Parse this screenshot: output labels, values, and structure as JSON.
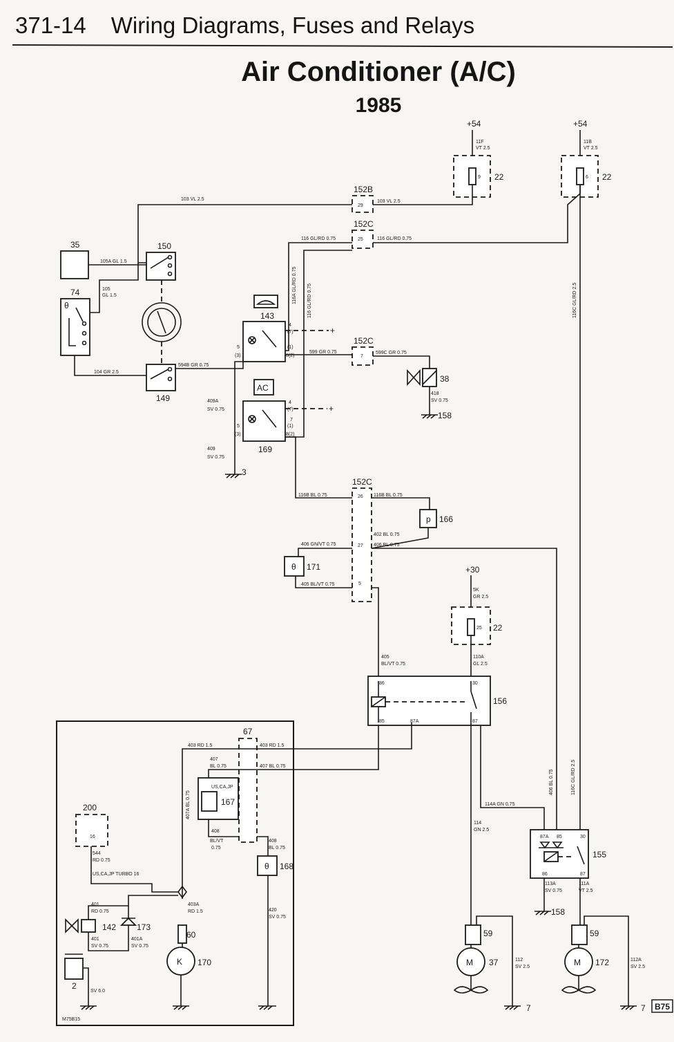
{
  "header": {
    "section": "371-14",
    "title": "Wiring Diagrams, Fuses and Relays"
  },
  "diagram_title": "Air Conditioner (A/C)",
  "year": "1985",
  "page_code": "B75",
  "terminals": {
    "t54a": "+54",
    "t54b": "+54",
    "t30": "+30"
  },
  "components": {
    "c22a": "22",
    "c22b": "22",
    "c22c": "22",
    "c152b": "152B",
    "c152c1": "152C",
    "c152c2": "152C",
    "c152c3": "152C",
    "c35": "35",
    "c150": "150",
    "c74": "74",
    "c143": "143",
    "c149": "149",
    "c169": "169",
    "c38": "38",
    "c158a": "158",
    "c158b": "158",
    "c3": "3",
    "c166": "166",
    "c171": "171",
    "c156": "156",
    "c67": "67",
    "c167": "167",
    "c200": "200",
    "c168": "168",
    "c142": "142",
    "c173": "173",
    "c60": "60",
    "c170": "170",
    "c2": "2",
    "c155": "155",
    "c59a": "59",
    "c59b": "59",
    "c37": "37",
    "c172": "172",
    "c7a": "7",
    "c7b": "7"
  },
  "symbols": {
    "ac": "AC",
    "motor_a": "M",
    "motor_b": "M",
    "clutch": "K",
    "theta": "θ",
    "p": "p"
  },
  "pins": {
    "p9": "9",
    "p6": "6",
    "p29": "29",
    "p25": "25",
    "p25b": "25",
    "p7": "7",
    "p26": "26",
    "p27": "27",
    "p5": "5",
    "p5a": "5",
    "p3a": "(3)",
    "p4a": "4",
    "p7a": "(7)",
    "p1a": "(1)",
    "p82a": "8(2)",
    "p5b": "5",
    "p3b": "(3)",
    "p4b": "4",
    "p7b": "(7)",
    "p7c": "7",
    "p1b": "(1)",
    "p82b": "8(2)",
    "p86": "86",
    "p85": "85",
    "p87a": "87A",
    "p87": "87",
    "p30": "30",
    "q87a": "87A",
    "q85": "85",
    "q30": "30",
    "q86": "86",
    "q87": "87",
    "p16": "16"
  },
  "wires": {
    "w11f": "11F",
    "w11f_c": "VT 2.5",
    "w11b": "11B",
    "w11b_c": "VT 2.5",
    "w103a": "103 VL 2.5",
    "w103b": "103 VL 2.5",
    "w116a": "116 GL/RD 0.75",
    "w116b": "116 GL/RD 0.75",
    "w105a": "105A GL 1.5",
    "w105": "105",
    "w105_c": "GL 1.5",
    "w116av": "116A GL/RD 0.75",
    "w116v": "116 GL/RD 0.75",
    "w116c": "116C GL/RD 2.5",
    "w104": "104 GR 2.5",
    "w594b": "594B GR 0.75",
    "w599": "599 GR 0.75",
    "w599c": "599C GR 0.75",
    "w418": "418",
    "w418_c": "SV 0.75",
    "w409a": "409A",
    "w409a_c": "SV 0.75",
    "w409": "409",
    "w409_c": "SV 0.75",
    "w116b2": "116B BL 0.75",
    "w116b3": "116B BL 0.75",
    "w402": "402 BL 0.75",
    "w406": "406 GN/VT 0.75",
    "w406b": "406 BL 0.75",
    "w405a": "405 BL/VT 0.75",
    "w5k": "5K",
    "w5k_c": "GR 2.5",
    "w405": "405",
    "w405_c": "BL/VT 0.75",
    "w110a": "110A",
    "w110a_c": "GL 2.5",
    "w403": "403 RD 1.5",
    "w403b": "403 RD 1.5",
    "w407": "407",
    "w407_c": "BL 0.75",
    "w407b": "407 BL 0.75",
    "w407a": "407A BL 0.75",
    "w408": "408",
    "w408_c": "BL/VT",
    "w408_d": "0.75",
    "w408b": "408",
    "w408b_c": "BL 0.75",
    "w420": "420",
    "w420_c": "SV 0.75",
    "w544": "544",
    "w544_c": "RD 0.75",
    "w_us": "US,CA,JP TURBO 16",
    "w_usb": "US,CA,JP",
    "w401": "401",
    "w401_c": "RD 0.75",
    "w401b": "401",
    "w401b_c": "SV 0.75",
    "w401a": "401A",
    "w401a_c": "SV 0.75",
    "w403a": "403A",
    "w403a_c": "RD 1.5",
    "wsv": "SV 6.0",
    "w114a": "114A GN 0.75",
    "w114": "114",
    "w114_c": "GN 2.5",
    "w406c": "406 BL 0.75",
    "w116c2": "116C GL/RD 2.5",
    "w113a": "113A",
    "w113a_c": "SV 0.75",
    "w111a": "111A",
    "w111a_c": "VT 2.5",
    "w112": "112",
    "w112_c": "SV 2.5",
    "w112a": "112A",
    "w112a_c": "SV 2.5",
    "wmisc": "M75B15"
  }
}
